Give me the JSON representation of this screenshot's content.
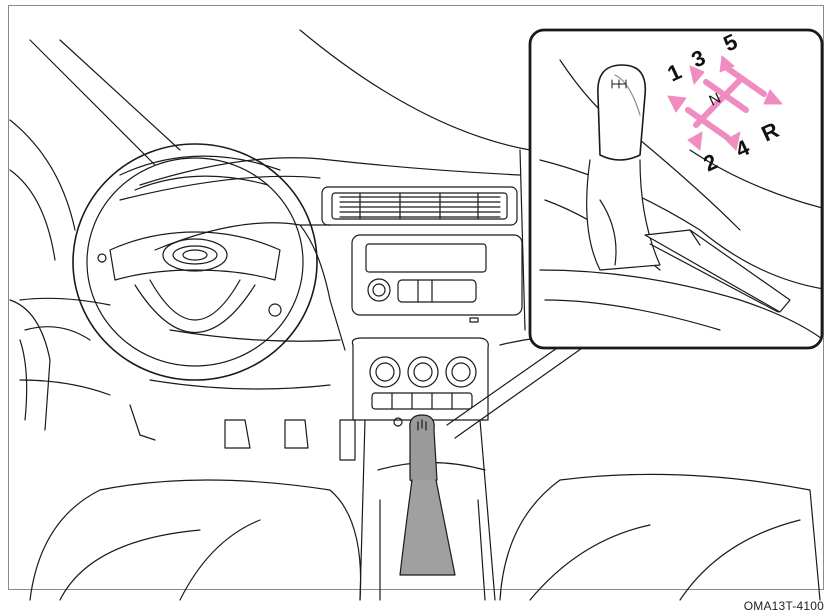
{
  "figure_code": "OMA13T-4100",
  "gear_pattern": {
    "gears": [
      "1",
      "3",
      "5",
      "N",
      "2",
      "4",
      "R"
    ]
  },
  "colors": {
    "line": "#1a1a1a",
    "arrow_pink": "#f08cc0",
    "knob_highlight": "#8c8c8c"
  }
}
